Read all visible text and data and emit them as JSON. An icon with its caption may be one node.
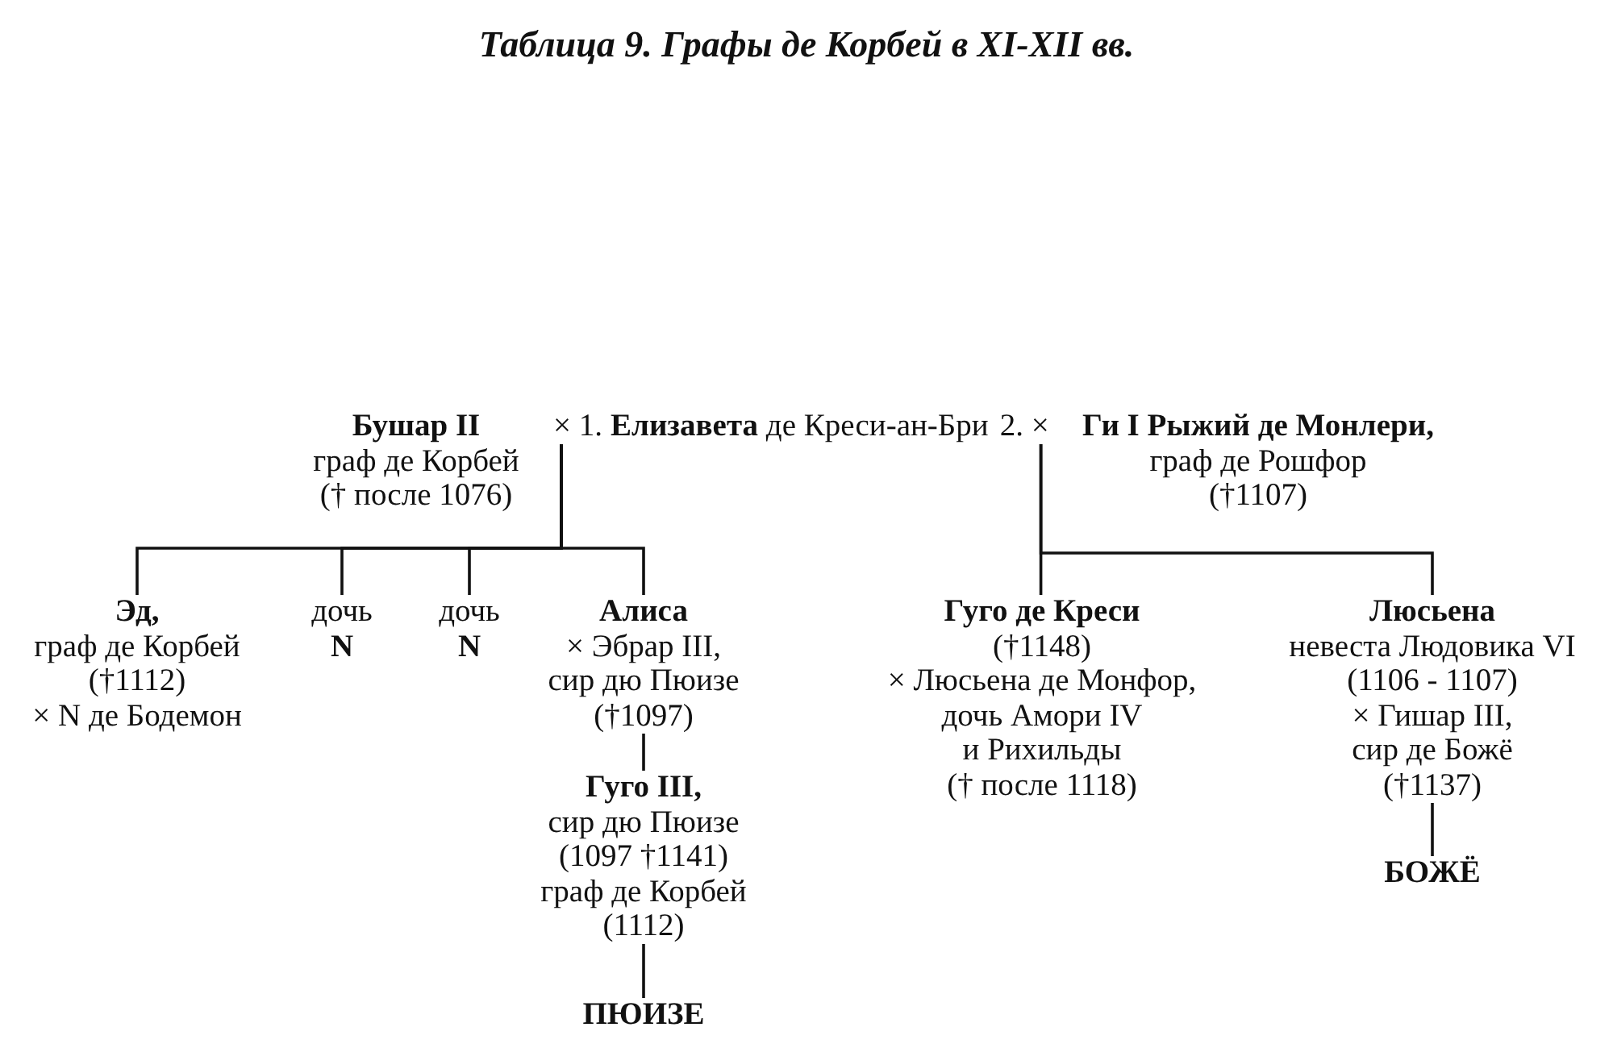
{
  "diagram": {
    "title": "Таблица 9. Графы де Корбей в XI-XII вв.",
    "nodes": [
      {
        "text": [
          "Бушар II",
          "граф де Корбей († после 1076)"
        ]
      },
      {
        "text": [
          "× 1."
        ]
      },
      {
        "text": [
          "**Елизавета** де Креси-ан-Бри"
        ]
      },
      {
        "text": [
          "2. ×"
        ]
      },
      {
        "text": [
          "Ги I Рыжий де Монлери,",
          "граф де Рошфор (†1107)"
        ]
      },
      {
        "text": [
          "Эд,",
          "граф де Корбей (†1112)",
          "× N де Бодемон"
        ]
      },
      {
        "text": [
          "дочь **N**"
        ]
      },
      {
        "text": [
          "дочь **N**"
        ]
      },
      {
        "text": [
          "Алиса",
          "× Эбрар III, сир дю Пюизе (†1097)"
        ]
      },
      {
        "text": [
          "Гуго III,",
          "сир дю Пюизе (1097 †1141) граф де Корбей (1112)"
        ]
      },
      {
        "text": [
          "ПЮИЗЕ"
        ]
      },
      {
        "text": [
          "Гуго де Креси",
          "(†1148)",
          "× Люсьена де Монфор, дочь Амори IV и Рихильды († после 1118)"
        ]
      },
      {
        "text": [
          "Люсьена",
          "невеста Людовика VI (1106 - 1107)",
          "× Гишар III, сир де Божё (†1137)"
        ]
      },
      {
        "text": [
          "БОЖЁ"
        ]
      }
    ],
    "edges": [
      {
        "from": 1,
        "to": 5,
        "arrow": "none"
      },
      {
        "from": 1,
        "to": 6,
        "arrow": "none"
      },
      {
        "from": 1,
        "to": 7,
        "arrow": "none"
      },
      {
        "from": 1,
        "to": 8,
        "arrow": "none"
      },
      {
        "from": 3,
        "to": 11,
        "arrow": "none"
      },
      {
        "from": 3,
        "to": 12,
        "arrow": "none"
      },
      {
        "from": 8,
        "to": 9,
        "arrow": "none"
      },
      {
        "from": 9,
        "to": 10,
        "arrow": "none"
      },
      {
        "from": 12,
        "to": 13,
        "arrow": "none"
      }
    ]
  }
}
